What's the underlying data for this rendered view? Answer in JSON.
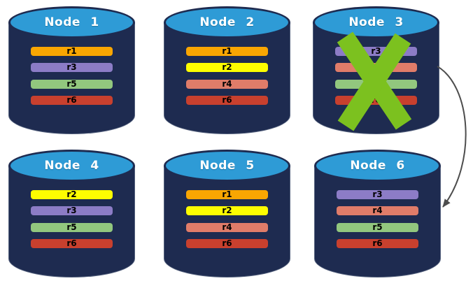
{
  "palette": {
    "cylinder_body": "#1E2B50",
    "cylinder_top_fill": "#2E9BD6",
    "title_text": "#FFFFFF",
    "replica_label_text": "#000000",
    "fail_x": "#7CC11F",
    "arrow": "#4D4D4D"
  },
  "nodes": [
    {
      "title": "Node 1",
      "failed": false,
      "replicas": [
        {
          "label": "r1",
          "color": "#F9A602"
        },
        {
          "label": "r3",
          "color": "#8C7CC6"
        },
        {
          "label": "r5",
          "color": "#92C77E"
        },
        {
          "label": "r6",
          "color": "#C8402E"
        }
      ]
    },
    {
      "title": "Node 2",
      "failed": false,
      "replicas": [
        {
          "label": "r1",
          "color": "#F9A602"
        },
        {
          "label": "r2",
          "color": "#FDFD00"
        },
        {
          "label": "r4",
          "color": "#E07C69"
        },
        {
          "label": "r6",
          "color": "#C8402E"
        }
      ]
    },
    {
      "title": "Node 3",
      "failed": true,
      "replicas": [
        {
          "label": "r3",
          "color": "#8C7CC6"
        },
        {
          "label": "r4",
          "color": "#E07C69"
        },
        {
          "label": "r5",
          "color": "#92C77E"
        },
        {
          "label": "r6",
          "color": "#C8402E"
        }
      ]
    },
    {
      "title": "Node 4",
      "failed": false,
      "replicas": [
        {
          "label": "r2",
          "color": "#FDFD00"
        },
        {
          "label": "r3",
          "color": "#8C7CC6"
        },
        {
          "label": "r5",
          "color": "#92C77E"
        },
        {
          "label": "r6",
          "color": "#C8402E"
        }
      ]
    },
    {
      "title": "Node 5",
      "failed": false,
      "replicas": [
        {
          "label": "r1",
          "color": "#F9A602"
        },
        {
          "label": "r2",
          "color": "#FDFD00"
        },
        {
          "label": "r4",
          "color": "#E07C69"
        },
        {
          "label": "r6",
          "color": "#C8402E"
        }
      ]
    },
    {
      "title": "Node 6",
      "failed": false,
      "replicas": [
        {
          "label": "r3",
          "color": "#8C7CC6"
        },
        {
          "label": "r4",
          "color": "#E07C69"
        },
        {
          "label": "r5",
          "color": "#92C77E"
        },
        {
          "label": "r6",
          "color": "#C8402E"
        }
      ]
    }
  ],
  "failure_marker": {
    "on_node": "Node 3"
  },
  "arrow": {
    "from_node": "Node 3",
    "to_node": "Node 6"
  }
}
